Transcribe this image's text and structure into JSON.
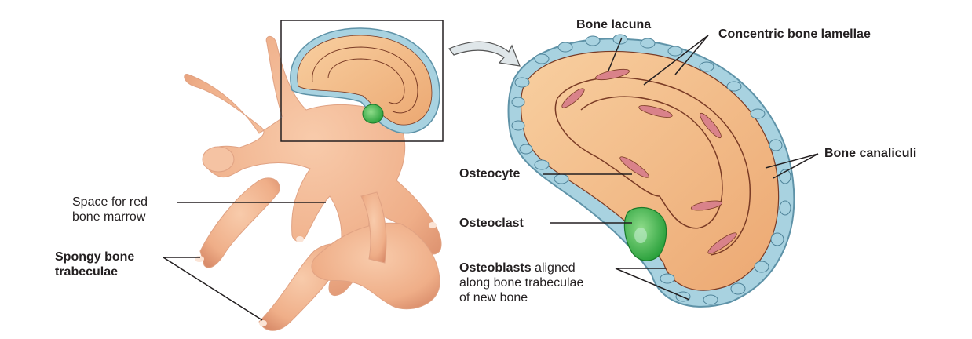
{
  "labels": {
    "space_marrow": [
      "Space for red",
      "bone marrow"
    ],
    "spongy_trabeculae": [
      "Spongy bone",
      "trabeculae"
    ],
    "bone_lacuna": "Bone lacuna",
    "concentric_lamellae": "Concentric bone lamellae",
    "bone_canaliculi": "Bone canaliculi",
    "osteocyte": "Osteocyte",
    "osteoclast": "Osteoclast",
    "osteoblasts_bold": "Osteoblasts",
    "osteoblasts_rest": [
      " aligned",
      "along bone trabeculae",
      "of new bone"
    ]
  },
  "colors": {
    "bone": "#f2b48f",
    "bone_shade": "#d98c6a",
    "lamella": "#f6c08c",
    "lamella_line": "#7a3b25",
    "lacuna": "#d9828a",
    "osteoblast": "#a8d2e0",
    "osteoblast_edge": "#5f93a8",
    "osteoclast": "#3bb44a",
    "leader": "#231f20"
  }
}
